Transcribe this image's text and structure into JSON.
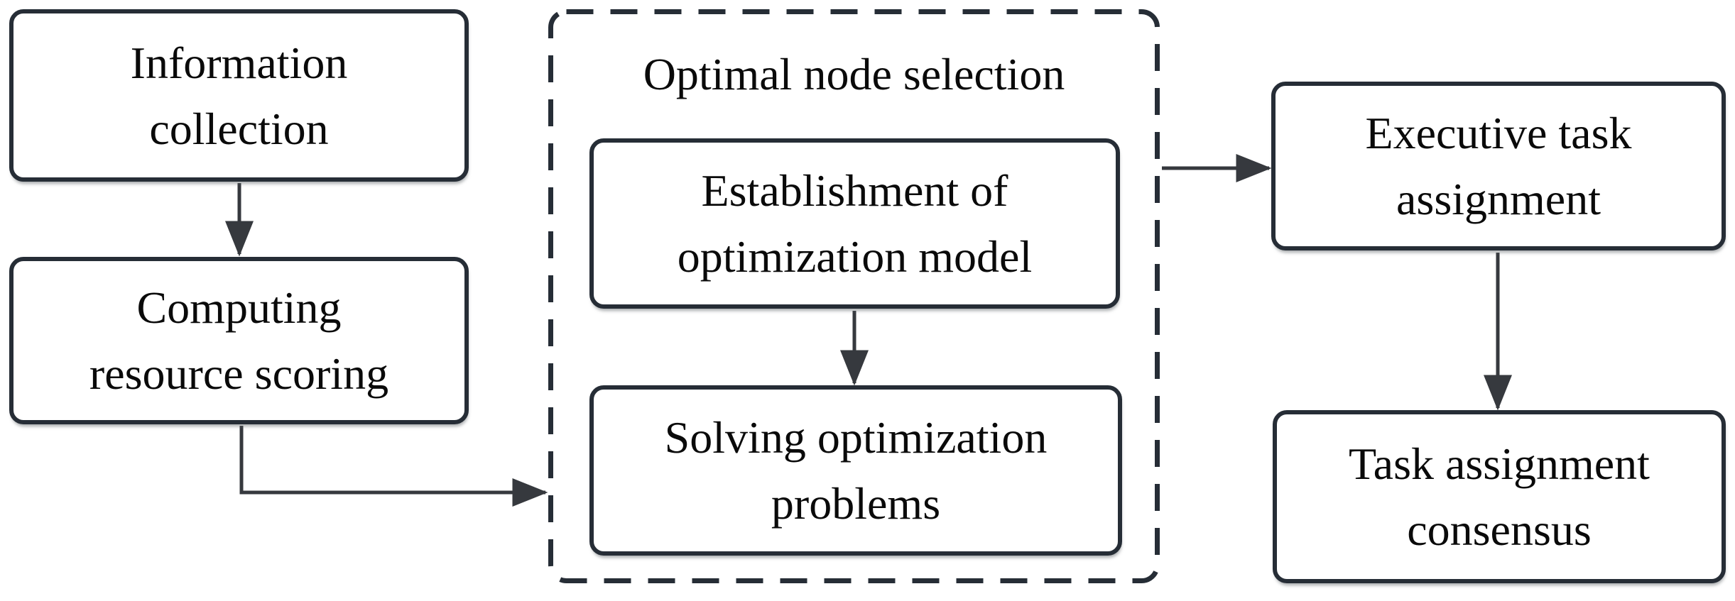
{
  "diagram": {
    "group": {
      "title": "Optimal node selection"
    },
    "nodes": {
      "information_collection": {
        "label": "Information\ncollection"
      },
      "computing_resource_scoring": {
        "label": "Computing\nresource scoring"
      },
      "establishment_optimization_model": {
        "label": "Establishment of\noptimization model"
      },
      "solving_optimization_problems": {
        "label": "Solving optimization\nproblems"
      },
      "executive_task_assignment": {
        "label": "Executive task\nassignment"
      },
      "task_assignment_consensus": {
        "label": "Task assignment\nconsensus"
      }
    },
    "edges": [
      {
        "from": "information_collection",
        "to": "computing_resource_scoring"
      },
      {
        "from": "computing_resource_scoring",
        "to": "optimal_node_selection_group"
      },
      {
        "from": "establishment_optimization_model",
        "to": "solving_optimization_problems"
      },
      {
        "from": "optimal_node_selection_group",
        "to": "executive_task_assignment"
      },
      {
        "from": "executive_task_assignment",
        "to": "task_assignment_consensus"
      }
    ],
    "colors": {
      "border": "#262d36",
      "arrow": "#36393e",
      "text": "#0a0a0a",
      "background": "#ffffff"
    }
  }
}
